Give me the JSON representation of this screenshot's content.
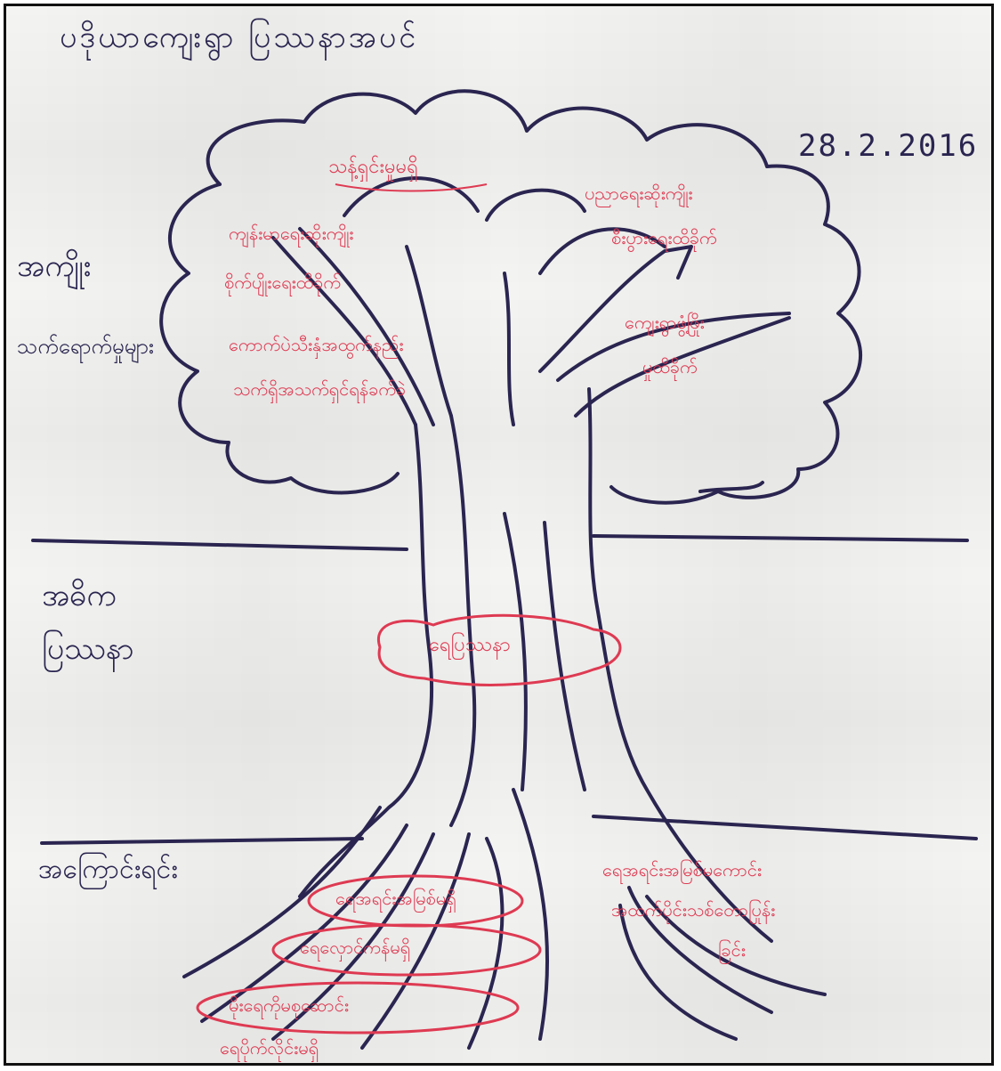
{
  "title": "ပဒိုယာကျေးရွာ ပြဿနာအပင်",
  "date": "28.2.2016",
  "left_labels": {
    "fruits": [
      "အကျိုး",
      "သက်ရောက်မှုများ"
    ],
    "trunk": [
      "အဓိက",
      "ပြဿနာ"
    ],
    "roots": "အကြောင်းရင်း"
  },
  "center_problem": "ရေပြဿနာ",
  "canopy_left": {
    "heading": "သန့်ရှင်းမှုမရှိ",
    "lines": [
      "ကျန်းမာရေးဆိုးကျိုး",
      "စိုက်ပျိုးရေးထိခိုက်",
      "ကောက်ပဲသီးနှံအထွက်နည်း",
      "သက်ရှိအသက်ရှင်ရန်ခက်ခဲ"
    ]
  },
  "canopy_right": [
    "ပညာရေးဆိုးကျိုး",
    "စီးပွားရေးထိခိုက်",
    "ကျေးရွာဖွံ့ဖြိုး",
    "မှုထိခိုက်"
  ],
  "root_causes": [
    "ရေအရင်းအမြစ်မရှိ",
    "ရေလှောင်ကန်မရှိ",
    "မိုးရေကိုမစုဆောင်း",
    "ရေပိုက်လိုင်းမရှိ"
  ],
  "root_right": [
    "ရေအရင်းအမြစ်မကောင်း",
    "အထက်ပိုင်းသစ်တောပြုန်း",
    "ခြင်း"
  ],
  "colors": {
    "marker_dark": "#2a2550",
    "marker_red": "#de3a52"
  }
}
